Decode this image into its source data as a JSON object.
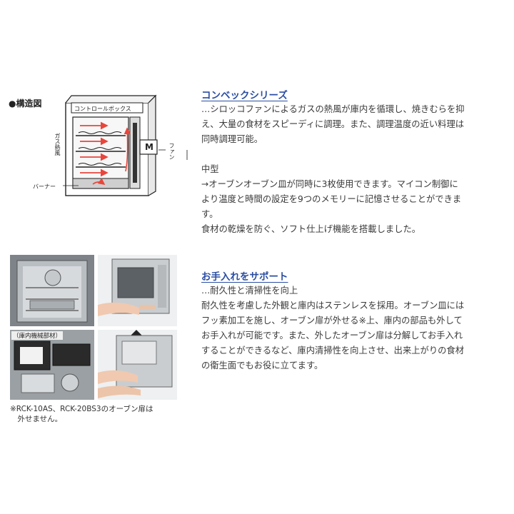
{
  "diagram": {
    "title": "●構造図",
    "labels": {
      "control_box": "コントロールボックス",
      "hot_air": "ガス熱風",
      "fan": "ファン",
      "burner": "バーナー",
      "motor": "M"
    }
  },
  "convec": {
    "heading": "コンベックシリーズ",
    "lines": [
      "…シロッコファンによるガスの熱風が庫内を循環し、焼きむらを抑",
      "え、大量の食材をスピーディに調理。また、調理温度の近い料理は",
      "同時調理可能。"
    ]
  },
  "medium": {
    "title": "中型",
    "lines": [
      "→オーブンオーブン皿が同時に3枚使用できます。マイコン制御に",
      "より温度と時間の設定を9つのメモリーに記憶させることができま",
      "す。",
      "食材の乾燥を防ぐ、ソフト仕上げ機能を搭載しました。"
    ]
  },
  "care": {
    "heading": "お手入れをサポート",
    "lines": [
      "…耐久性と清掃性を向上",
      "耐久性を考慮した外観と庫内はステンレスを採用。オーブン皿には",
      "フッ素加工を施し、オーブン扉が外せる※上、庫内の部品も外して",
      "お手入れが可能です。また、外したオーブン扉は分解してお手入れ",
      "することができるなど、庫内清掃性を向上させ、出来上がりの食材",
      "の衛生面でもお役に立てます。"
    ]
  },
  "photos": {
    "parts_tag": "（庫内機械部材）"
  },
  "caption": {
    "lines": [
      "※RCK-10AS、RCK-20BS3のオーブン扉は",
      "　外せません。"
    ]
  }
}
